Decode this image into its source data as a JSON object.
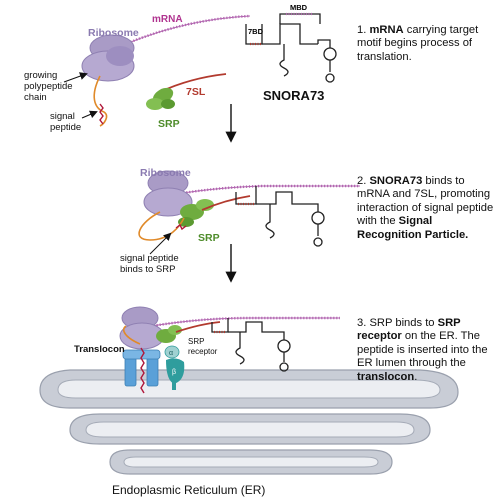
{
  "colors": {
    "ribosome": "#a99bc6",
    "mrna": "#b266b0",
    "srp": "#6fac3f",
    "rna_7sl": "#b23a2e",
    "polypeptide": "#e08a2a",
    "signal_peptide": "#b0173a",
    "er": "#c9cdd6",
    "er_lumen": "#eceef2",
    "translocon": "#5aa0d8",
    "srp_receptor": "#2f9d9d",
    "snora": "#222222"
  },
  "panel1": {
    "ribosome": "Ribosome",
    "mrna": "mRNA",
    "growing_chain": [
      "growing",
      "polypeptide",
      "chain"
    ],
    "signal_peptide": [
      "signal",
      "peptide"
    ],
    "rna_7sl": "7SL",
    "srp": "SRP",
    "snora": "SNORA73",
    "label_7bd": "7BD",
    "label_mbd": "MBD"
  },
  "panel2": {
    "ribosome": "Ribosome",
    "srp": "SRP",
    "signal_note": [
      "signal peptide",
      "binds to SRP"
    ]
  },
  "panel3": {
    "translocon": "Translocon",
    "srp_receptor": [
      "SRP",
      "receptor"
    ],
    "alpha": "α",
    "beta": "β",
    "er_label": "Endoplasmic Reticulum (ER)"
  },
  "steps": {
    "s1": {
      "num": "1. ",
      "bold1": "mRNA",
      "rest1": " carrying target motif begins process of translation."
    },
    "s2": {
      "num": "2. ",
      "bold1": "SNORA73",
      "rest1": " binds to mRNA and 7SL, promoting interaction of signal peptide with the ",
      "bold2": "Signal Recognition Particle."
    },
    "s3": {
      "num": "3. SRP binds to ",
      "bold1": "SRP receptor",
      "rest1": " on the ER. The peptide is inserted into the ER lumen through the ",
      "bold2": "translocon",
      "rest2": "."
    }
  }
}
